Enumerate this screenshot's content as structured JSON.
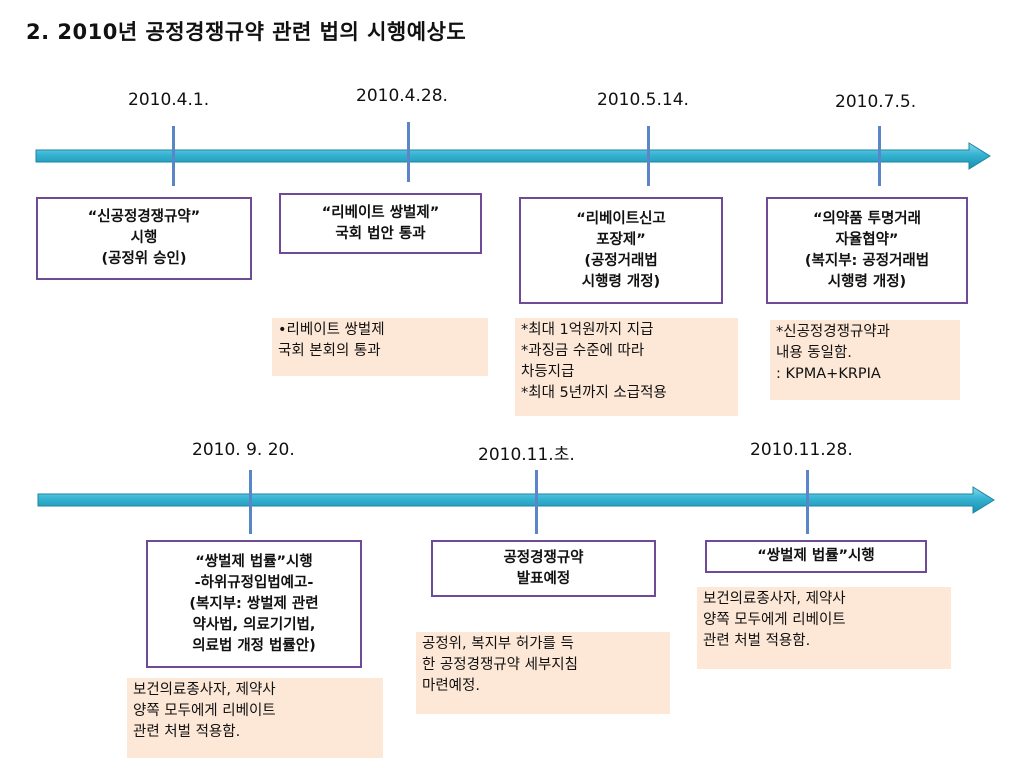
{
  "title": "2. 2010년  공정경쟁규약 관련 법의 시행예상도",
  "timeline1": {
    "dates": [
      "2010.4.1.",
      "2010.4.28.",
      "2010.5.14.",
      "2010.7.5."
    ],
    "events": [
      "“신공정경쟁규약”\n시행\n(공정위 승인)",
      "“리베이트 쌍벌제”\n국회 법안 통과",
      "“리베이트신고\n포장제”\n(공정거래법\n시행령 개정)",
      "“의약품 투명거래\n자율협약”\n(복지부: 공정거래법\n시행령 개정)"
    ],
    "notes": [
      "•리베이트 쌍벌제\n  국회 본회의 통과",
      "*최대 1억원까지 지급\n*과징금 수준에 따라\n  차등지급\n*최대 5년까지 소급적용",
      "*신공정경쟁규약과\n  내용 동일함.\n  : KPMA+KRPIA"
    ]
  },
  "timeline2": {
    "dates": [
      "2010. 9. 20.",
      "2010.11.초.",
      "2010.11.28."
    ],
    "events": [
      "“쌍벌제 법률”시행\n-하위규정입법예고-\n(복지부: 쌍벌제 관련\n약사법, 의료기기법,\n의료법 개정 법률안)",
      "공정경쟁규약\n발표예정",
      "“쌍벌제 법률”시행"
    ],
    "notes": [
      "보건의료종사자, 제약사\n양쪽 모두에게 리베이트\n관련 처벌 적용함.",
      "공정위, 복지부 허가를 득\n한 공정경쟁규약 세부지침\n마련예정.",
      "보건의료종사자, 제약사\n양쪽 모두에게 리베이트\n관련 처벌 적용함."
    ]
  },
  "colors": {
    "arrow_fill": "#34b3d2",
    "tick": "#5a86c8",
    "box_border": "#6f4a96",
    "note_bg": "#fde8d8"
  }
}
